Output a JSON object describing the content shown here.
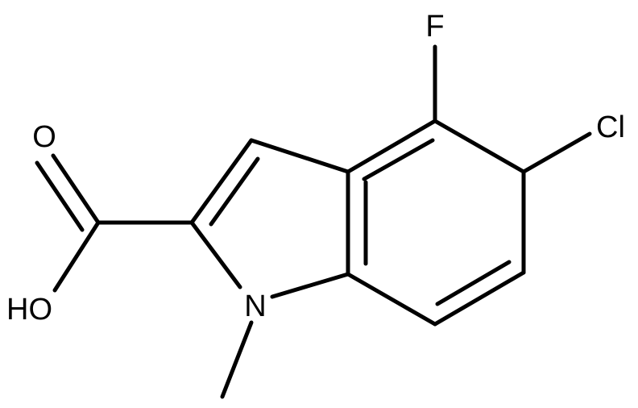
{
  "atoms": {
    "fluorine": "F",
    "chlorine": "Cl",
    "oxygen": "O",
    "hydroxyl": "HO",
    "nitrogen": "N"
  }
}
